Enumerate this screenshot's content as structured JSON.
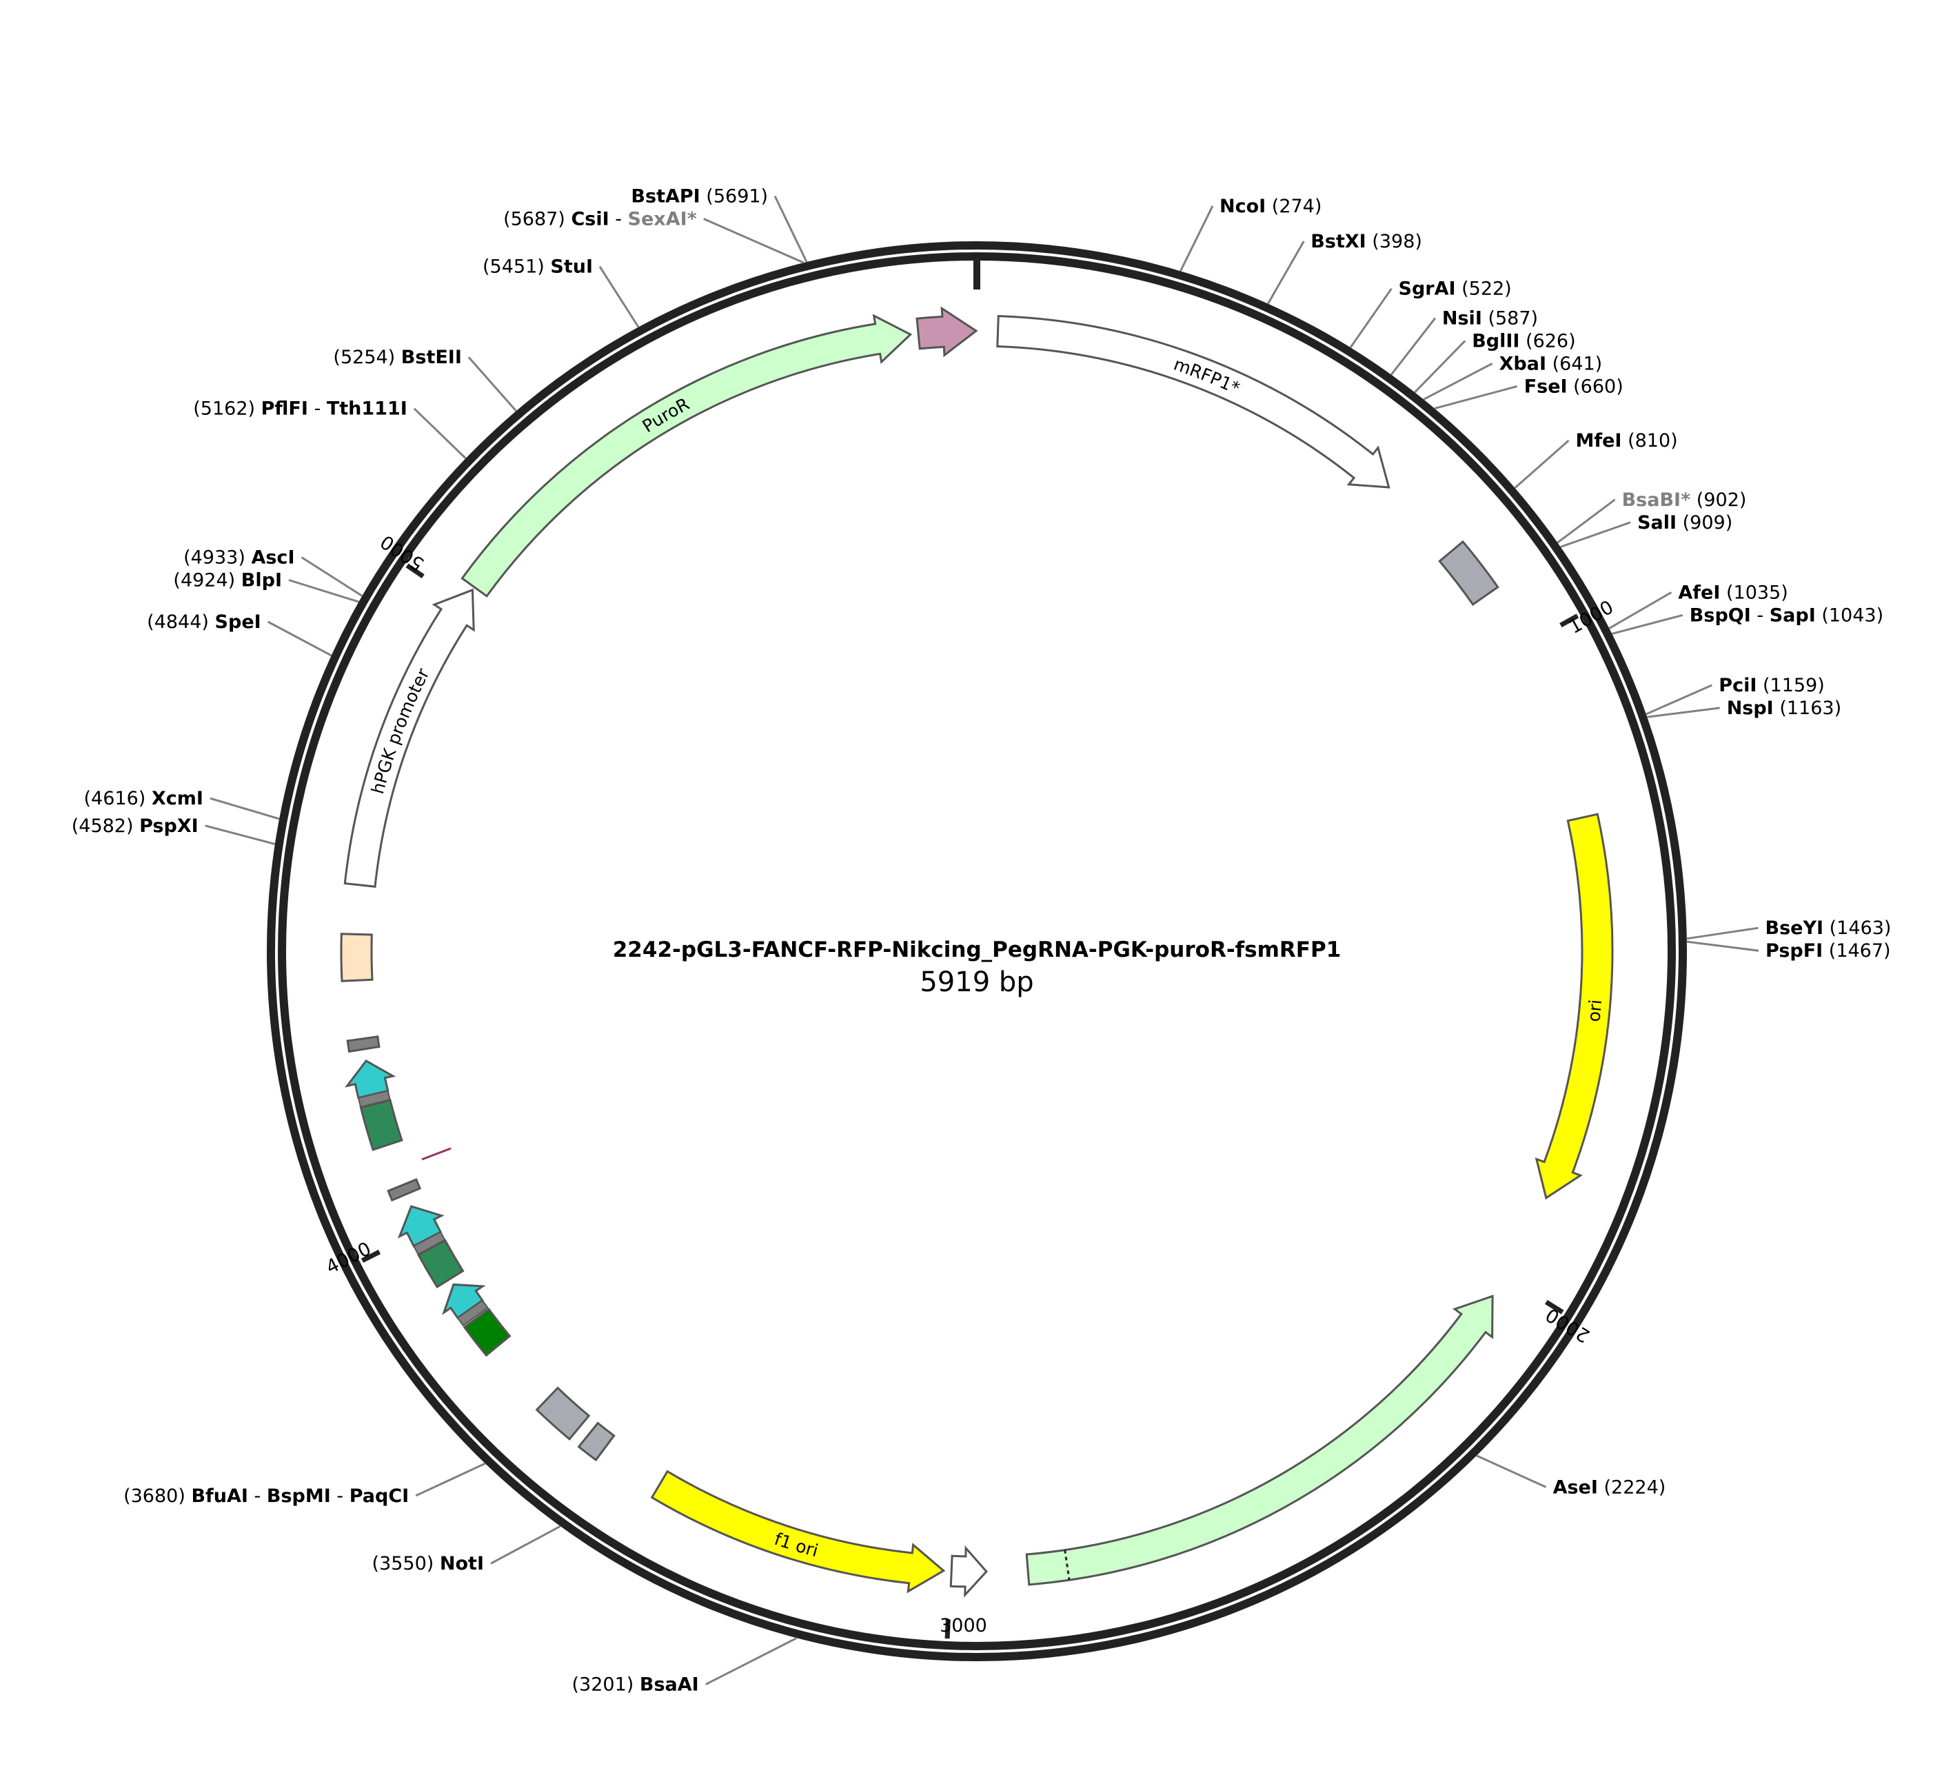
{
  "plasmid": {
    "name": "2242-pGL3-FANCF-RFP-Nikcing_PegRNA-PGK-puroR-fsmRFP1",
    "length_label": "5919 bp",
    "length_bp": 5919
  },
  "scale_ticks": [
    {
      "pos": 0,
      "label": ""
    },
    {
      "pos": 1000,
      "label": "1000"
    },
    {
      "pos": 2000,
      "label": "2000"
    },
    {
      "pos": 3000,
      "label": "3000"
    },
    {
      "pos": 4000,
      "label": "4000"
    },
    {
      "pos": 5000,
      "label": "5000"
    }
  ],
  "sites": [
    {
      "pos": 274,
      "text": [
        {
          "t": "NcoI",
          "k": "name"
        },
        {
          "t": "  (274)",
          "k": "num"
        }
      ]
    },
    {
      "pos": 398,
      "text": [
        {
          "t": "BstXI",
          "k": "name"
        },
        {
          "t": "  (398)",
          "k": "num"
        }
      ]
    },
    {
      "pos": 522,
      "text": [
        {
          "t": "SgrAI",
          "k": "name"
        },
        {
          "t": "  (522)",
          "k": "num"
        }
      ]
    },
    {
      "pos": 587,
      "text": [
        {
          "t": "NsiI",
          "k": "name"
        },
        {
          "t": "  (587)",
          "k": "num"
        }
      ]
    },
    {
      "pos": 626,
      "text": [
        {
          "t": "BglII",
          "k": "name"
        },
        {
          "t": "  (626)",
          "k": "num"
        }
      ]
    },
    {
      "pos": 641,
      "text": [
        {
          "t": "XbaI",
          "k": "name"
        },
        {
          "t": "  (641)",
          "k": "num"
        }
      ]
    },
    {
      "pos": 660,
      "text": [
        {
          "t": "FseI",
          "k": "name"
        },
        {
          "t": "  (660)",
          "k": "num"
        }
      ]
    },
    {
      "pos": 810,
      "text": [
        {
          "t": "MfeI",
          "k": "name"
        },
        {
          "t": "  (810)",
          "k": "num"
        }
      ]
    },
    {
      "pos": 902,
      "text": [
        {
          "t": "BsaBI*",
          "k": "dim"
        },
        {
          "t": "  (902)",
          "k": "num"
        }
      ]
    },
    {
      "pos": 909,
      "text": [
        {
          "t": "SalI",
          "k": "name"
        },
        {
          "t": "  (909)",
          "k": "num"
        }
      ]
    },
    {
      "pos": 1035,
      "text": [
        {
          "t": "AfeI",
          "k": "name"
        },
        {
          "t": "  (1035)",
          "k": "num"
        }
      ]
    },
    {
      "pos": 1043,
      "text": [
        {
          "t": "BspQI",
          "k": "name"
        },
        {
          "t": " - ",
          "k": "sep"
        },
        {
          "t": "SapI",
          "k": "name"
        },
        {
          "t": "  (1043)",
          "k": "num"
        }
      ]
    },
    {
      "pos": 1159,
      "text": [
        {
          "t": "PciI",
          "k": "name"
        },
        {
          "t": "  (1159)",
          "k": "num"
        }
      ]
    },
    {
      "pos": 1163,
      "text": [
        {
          "t": "NspI",
          "k": "name"
        },
        {
          "t": "  (1163)",
          "k": "num"
        }
      ]
    },
    {
      "pos": 1463,
      "text": [
        {
          "t": "BseYI",
          "k": "name"
        },
        {
          "t": "  (1463)",
          "k": "num"
        }
      ]
    },
    {
      "pos": 1467,
      "text": [
        {
          "t": "PspFI",
          "k": "name"
        },
        {
          "t": "  (1467)",
          "k": "num"
        }
      ]
    },
    {
      "pos": 2224,
      "text": [
        {
          "t": "AseI",
          "k": "name"
        },
        {
          "t": "  (2224)",
          "k": "num"
        }
      ]
    },
    {
      "pos": 3201,
      "text": [
        {
          "t": "(3201)  ",
          "k": "num"
        },
        {
          "t": "BsaAI",
          "k": "name"
        }
      ]
    },
    {
      "pos": 3550,
      "text": [
        {
          "t": "(3550)  ",
          "k": "num"
        },
        {
          "t": "NotI",
          "k": "name"
        }
      ]
    },
    {
      "pos": 3680,
      "text": [
        {
          "t": "(3680)  ",
          "k": "num"
        },
        {
          "t": "BfuAI",
          "k": "name"
        },
        {
          "t": " - ",
          "k": "sep"
        },
        {
          "t": "BspMI",
          "k": "name"
        },
        {
          "t": " - ",
          "k": "sep"
        },
        {
          "t": "PaqCI",
          "k": "name"
        }
      ]
    },
    {
      "pos": 4582,
      "text": [
        {
          "t": "(4582)  ",
          "k": "num"
        },
        {
          "t": "PspXI",
          "k": "name"
        }
      ]
    },
    {
      "pos": 4616,
      "text": [
        {
          "t": "(4616)  ",
          "k": "num"
        },
        {
          "t": "XcmI",
          "k": "name"
        }
      ]
    },
    {
      "pos": 4844,
      "text": [
        {
          "t": "(4844)  ",
          "k": "num"
        },
        {
          "t": "SpeI",
          "k": "name"
        }
      ]
    },
    {
      "pos": 4924,
      "text": [
        {
          "t": "(4924)  ",
          "k": "num"
        },
        {
          "t": "BlpI",
          "k": "name"
        }
      ]
    },
    {
      "pos": 4933,
      "text": [
        {
          "t": "(4933)  ",
          "k": "num"
        },
        {
          "t": "AscI",
          "k": "name"
        }
      ]
    },
    {
      "pos": 5162,
      "text": [
        {
          "t": "(5162)  ",
          "k": "num"
        },
        {
          "t": "PflFI",
          "k": "name"
        },
        {
          "t": " - ",
          "k": "sep"
        },
        {
          "t": "Tth111I",
          "k": "name"
        }
      ]
    },
    {
      "pos": 5254,
      "text": [
        {
          "t": "(5254)  ",
          "k": "num"
        },
        {
          "t": "BstEII",
          "k": "name"
        }
      ]
    },
    {
      "pos": 5451,
      "text": [
        {
          "t": "(5451)  ",
          "k": "num"
        },
        {
          "t": "StuI",
          "k": "name"
        }
      ]
    },
    {
      "pos": 5687,
      "text": [
        {
          "t": "(5687)  ",
          "k": "num"
        },
        {
          "t": "CsiI",
          "k": "name"
        },
        {
          "t": " - ",
          "k": "sep"
        },
        {
          "t": "SexAI*",
          "k": "dim"
        }
      ]
    },
    {
      "pos": 5691,
      "text": [
        {
          "t": "BstAPI",
          "k": "name"
        },
        {
          "t": "  (5691)",
          "k": "num"
        }
      ]
    }
  ],
  "features": [
    {
      "name": "mRFP1*",
      "start": 32,
      "end": 684,
      "dir": 1,
      "color": "#ffffff",
      "label": "mRFP1*"
    },
    {
      "name": "small-pink-feature",
      "start": 5830,
      "end": 5918,
      "dir": 1,
      "color": "#c994b0",
      "label": ""
    },
    {
      "name": "PuroR",
      "start": 5030,
      "end": 5818,
      "dir": 1,
      "color": "#ccffcc",
      "label": "PuroR"
    },
    {
      "name": "hPGK promoter",
      "start": 4540,
      "end": 5025,
      "dir": 1,
      "color": "#ffffff",
      "label": "hPGK promoter"
    },
    {
      "name": "gray-box-900",
      "start": 820,
      "end": 905,
      "dir": 0,
      "color": "#a8acb2",
      "label": ""
    },
    {
      "name": "ori",
      "start": 1275,
      "end": 1865,
      "dir": 1,
      "color": "#ffff00",
      "label": "ori"
    },
    {
      "name": "light-green-arrow",
      "start": 2035,
      "end": 2882,
      "dir": -1,
      "color": "#ccffcc",
      "label": ""
    },
    {
      "name": "white-arrow-2900",
      "start": 2945,
      "end": 2998,
      "dir": -1,
      "color": "#ffffff",
      "label": ""
    },
    {
      "name": "f1 ori",
      "start": 3010,
      "end": 3465,
      "dir": -1,
      "color": "#ffff00",
      "label": "f1 ori"
    },
    {
      "name": "gray-box-3500",
      "start": 3565,
      "end": 3597,
      "dir": 0,
      "color": "#a8acb2",
      "label": ""
    },
    {
      "name": "gray-box-3600",
      "start": 3615,
      "end": 3680,
      "dir": 0,
      "color": "#a8acb2",
      "label": ""
    },
    {
      "name": "green-box-3800",
      "start": 3790,
      "end": 3843,
      "dir": 0,
      "color": "#008000",
      "label": ""
    },
    {
      "name": "teal-arrow-1",
      "start": 3860,
      "end": 3905,
      "dir": 1,
      "color": "#33cccc",
      "label": ""
    },
    {
      "name": "sea-green-box-1",
      "start": 3915,
      "end": 3970,
      "dir": 0,
      "color": "#2e8b57",
      "label": ""
    },
    {
      "name": "teal-arrow-2",
      "start": 3985,
      "end": 4040,
      "dir": 1,
      "color": "#33cccc",
      "label": ""
    },
    {
      "name": "dark-gray-box-1",
      "start": 4060,
      "end": 4075,
      "dir": 0,
      "color": "#808080",
      "label": ""
    },
    {
      "name": "sea-green-box-2",
      "start": 4140,
      "end": 4205,
      "dir": 0,
      "color": "#2e8b57",
      "label": ""
    },
    {
      "name": "teal-arrow-3",
      "start": 4220,
      "end": 4272,
      "dir": 1,
      "color": "#33cccc",
      "label": ""
    },
    {
      "name": "dark-gray-box-2",
      "start": 4290,
      "end": 4306,
      "dir": 0,
      "color": "#808080",
      "label": ""
    },
    {
      "name": "peach-box",
      "start": 4395,
      "end": 4465,
      "dir": 0,
      "color": "#ffe4c4",
      "label": ""
    }
  ]
}
